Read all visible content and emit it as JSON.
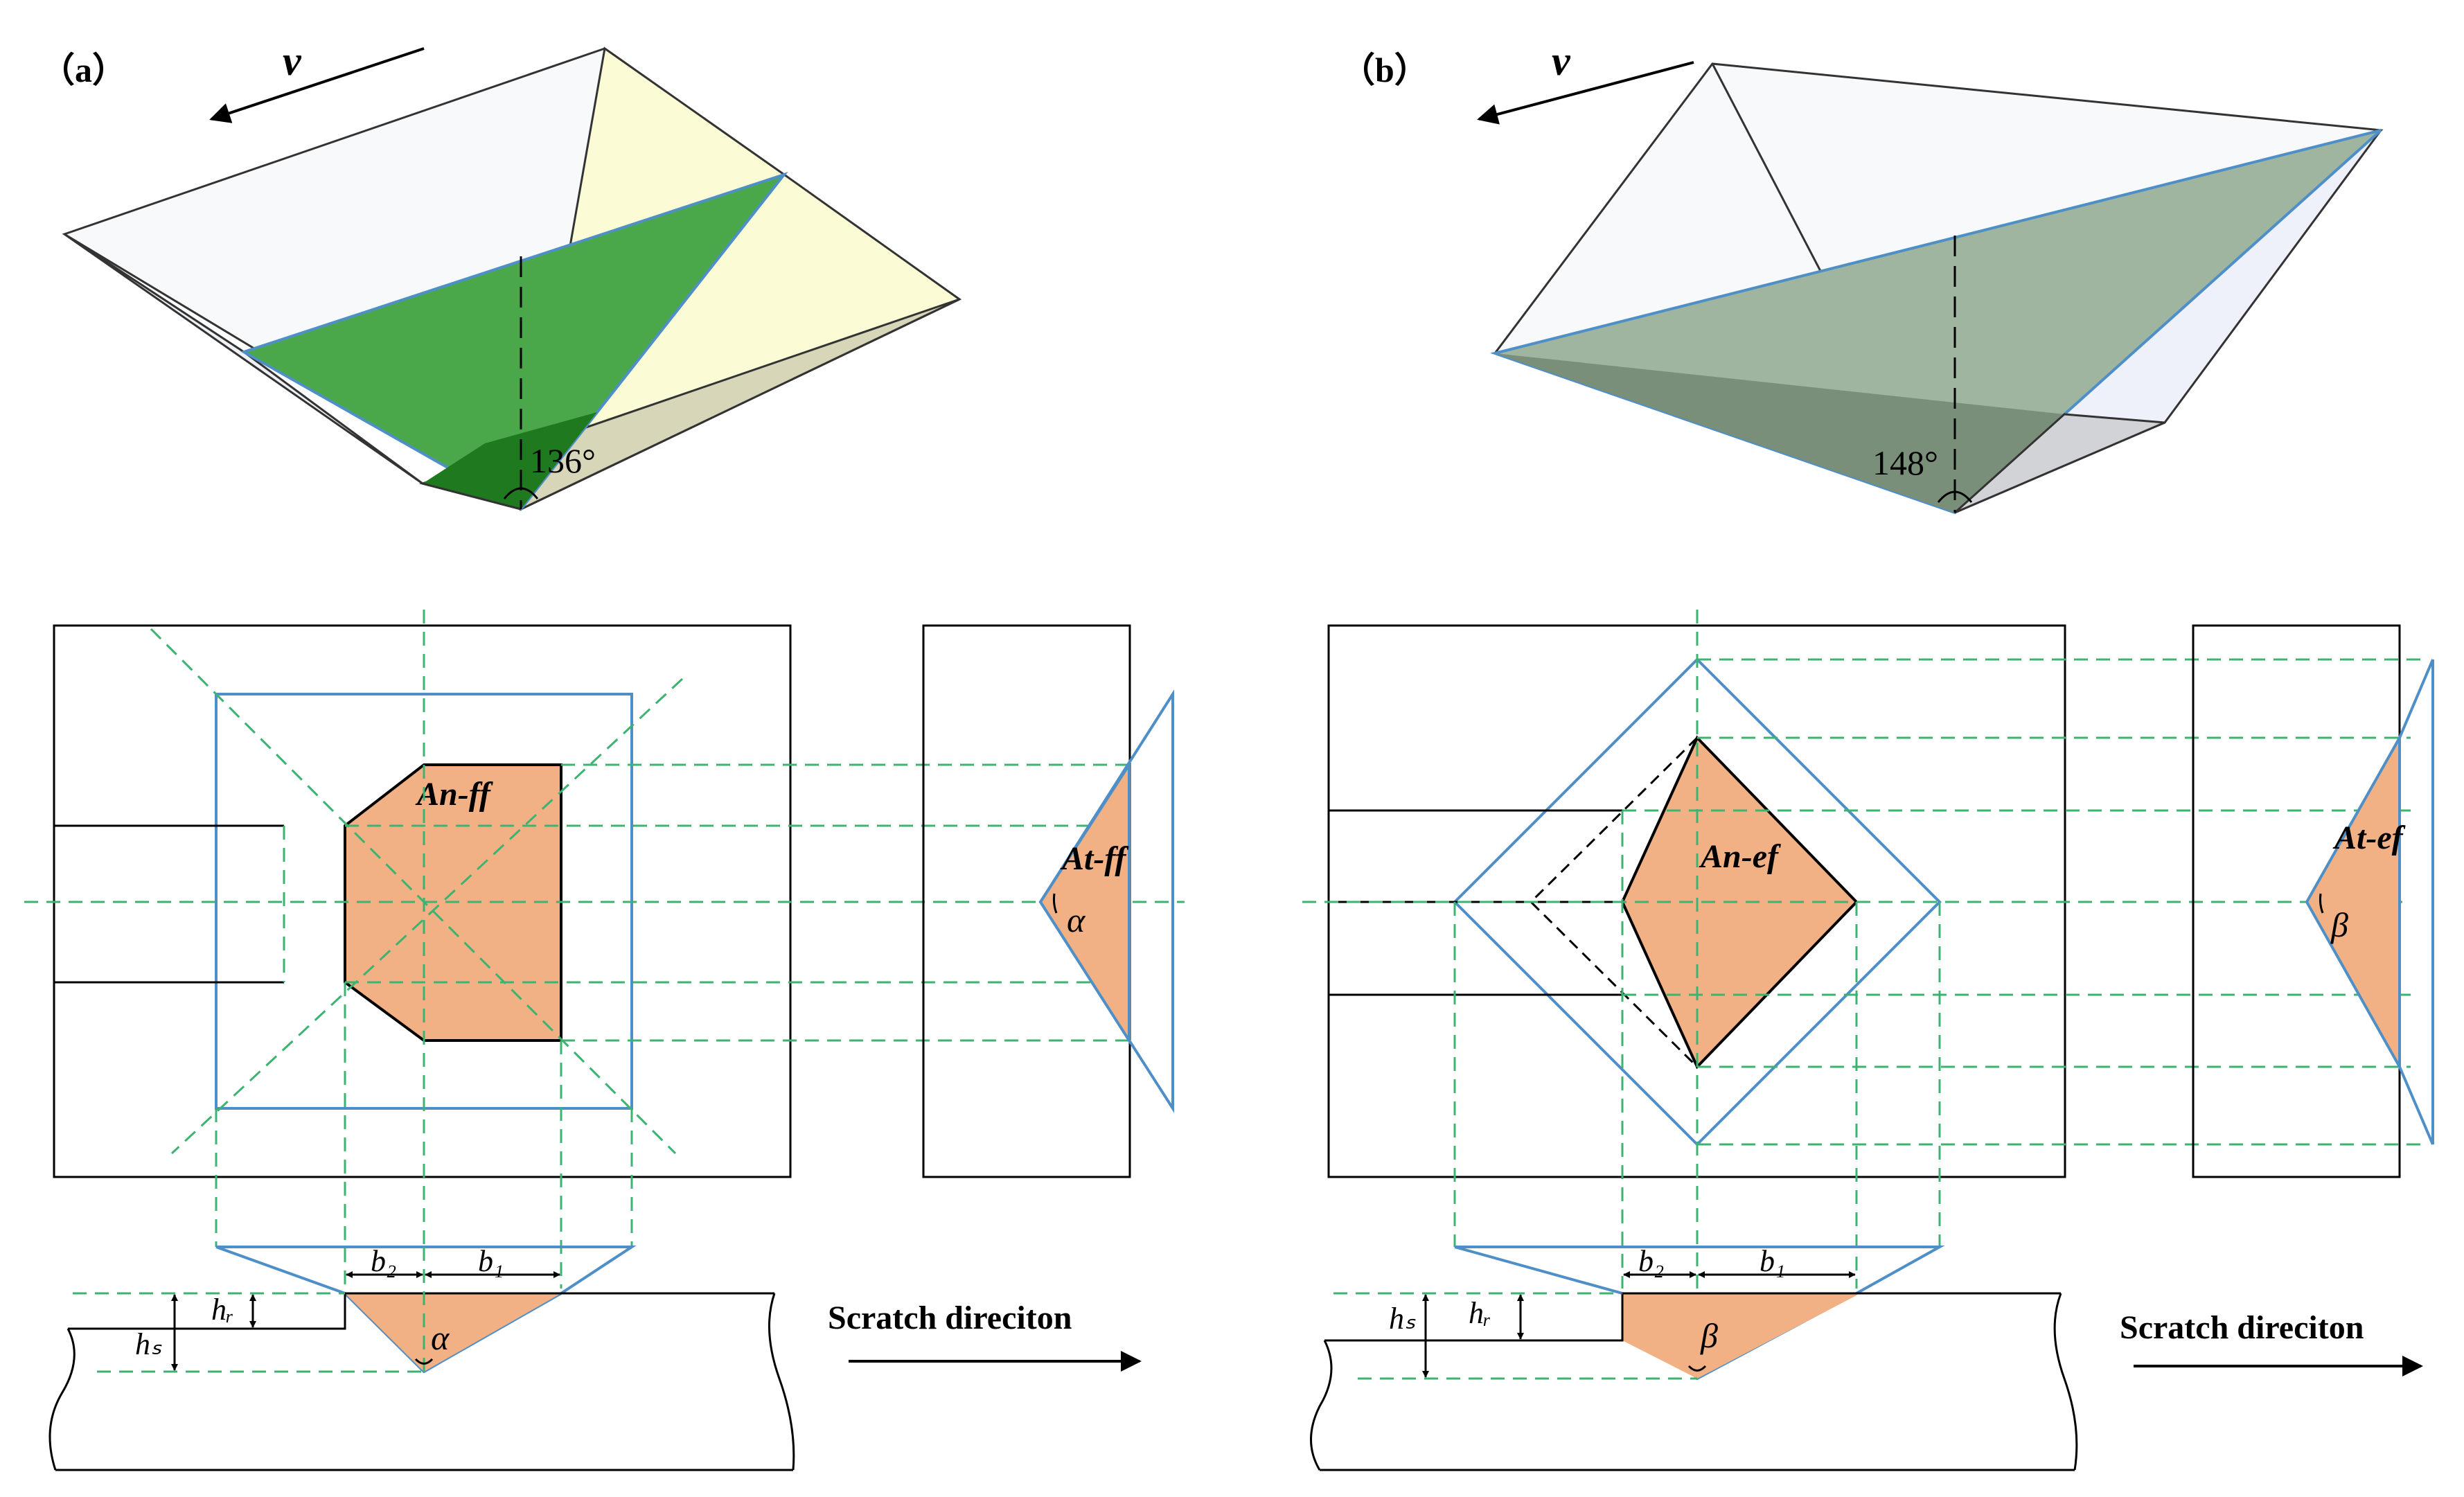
{
  "panel_a": {
    "label": "（a）",
    "velocity": "v",
    "angle": "136°",
    "area_top": "An-ff",
    "area_side": "At-ff",
    "side_angle": "α",
    "section_angle": "α",
    "b2": "b₂",
    "b1": "b₁",
    "hr": "hᵣ",
    "hs": "hₛ",
    "scratch": "Scratch direciton"
  },
  "panel_b": {
    "label": "（b）",
    "velocity": "v",
    "angle": "148°",
    "area_top": "An-ef",
    "area_side": "At-ef",
    "side_angle": "β",
    "section_angle": "β",
    "b2": "b₂",
    "b1": "b₁",
    "hr": "hᵣ",
    "hs": "hₛ",
    "scratch": "Scratch direciton"
  },
  "colors": {
    "green_face": "#4aa84a",
    "dark_green": "#1f7a1f",
    "yellow_face": "#fbfcd6",
    "olive_face": "#9fb59f",
    "dark_olive": "#7a8f7a",
    "orange_fill": "#f2b184",
    "blue_line": "#4f8fc8",
    "green_dash": "#3cb371"
  }
}
